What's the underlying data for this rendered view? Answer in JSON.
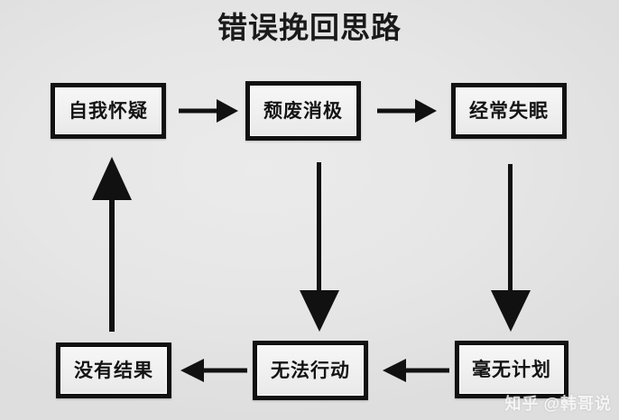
{
  "title": "错误挽回思路",
  "background_color": "#e6e6e6",
  "node_border_color": "#111111",
  "node_fill_color": "#f2f2f2",
  "arrow_color": "#111111",
  "nodes": [
    {
      "id": "self-doubt",
      "label": "自我怀疑"
    },
    {
      "id": "decadent",
      "label": "颓废消极"
    },
    {
      "id": "insomnia",
      "label": "经常失眠"
    },
    {
      "id": "no-plan",
      "label": "毫无计划"
    },
    {
      "id": "cannot-act",
      "label": "无法行动"
    },
    {
      "id": "no-result",
      "label": "没有结果"
    }
  ],
  "arrows": [
    {
      "id": "self-doubt-to-decadent",
      "from": "自我怀疑",
      "to": "颓废消极",
      "direction": "right"
    },
    {
      "id": "decadent-to-insomnia",
      "from": "颓废消极",
      "to": "经常失眠",
      "direction": "right"
    },
    {
      "id": "insomnia-to-no-plan",
      "from": "经常失眠",
      "to": "毫无计划",
      "direction": "down"
    },
    {
      "id": "no-plan-to-cannot-act",
      "from": "毫无计划",
      "to": "无法行动",
      "direction": "left"
    },
    {
      "id": "decadent-to-cannot-act",
      "from": "颓废消极",
      "to": "无法行动",
      "direction": "down"
    },
    {
      "id": "cannot-act-to-no-result",
      "from": "无法行动",
      "to": "没有结果",
      "direction": "left"
    },
    {
      "id": "no-result-to-self-doubt",
      "from": "没有结果",
      "to": "自我怀疑",
      "direction": "up"
    }
  ],
  "watermark": {
    "logo": "知乎",
    "user": "@韩哥说"
  }
}
